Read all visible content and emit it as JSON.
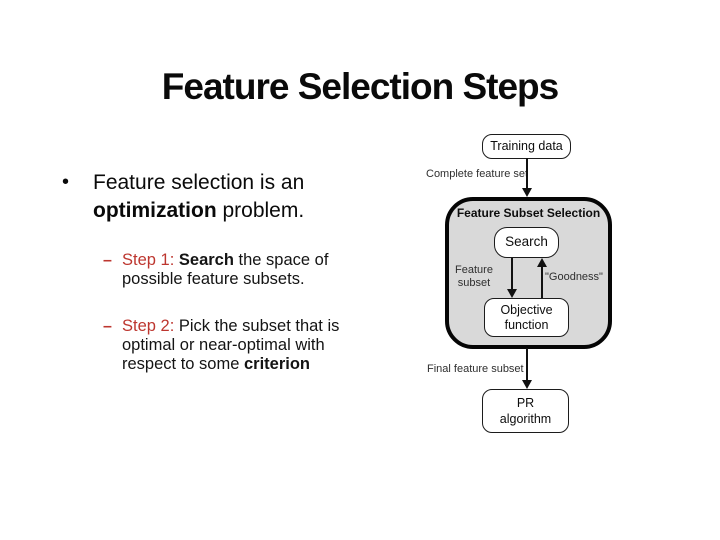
{
  "colors": {
    "accent-red": "#bd362f",
    "container-fill": "#d9d9d9",
    "ink": "#111111",
    "label-ink": "#2f2f2f"
  },
  "slide": {
    "title": "Feature Selection Steps"
  },
  "bullet": {
    "marker": "•",
    "line1": "Feature selection is an",
    "line2_bold": "optimization",
    "line2_rest": " problem."
  },
  "steps": {
    "step1": {
      "dash": "–",
      "label": "Step 1:",
      "line1_bold": " Search",
      "line1_rest": " the space of",
      "line2": "possible feature subsets."
    },
    "step2": {
      "dash": "–",
      "label": "Step 2:",
      "line1_rest": " Pick the subset that is",
      "line2": "optimal or near-optimal with",
      "line3_rest": "respect to some ",
      "line3_bold": "criterion"
    }
  },
  "diagram": {
    "training_box_label": "Training data",
    "complete_feature_label": "Complete feature set",
    "container_title": "Feature Subset Selection",
    "search_box_label": "Search",
    "feature_subset_line1": "Feature",
    "feature_subset_line2": "subset",
    "goodness_label": "\"Goodness\"",
    "objective_line1": "Objective",
    "objective_line2": "function",
    "final_feature_label": "Final feature subset",
    "pr_line1": "PR",
    "pr_line2": "algorithm"
  }
}
